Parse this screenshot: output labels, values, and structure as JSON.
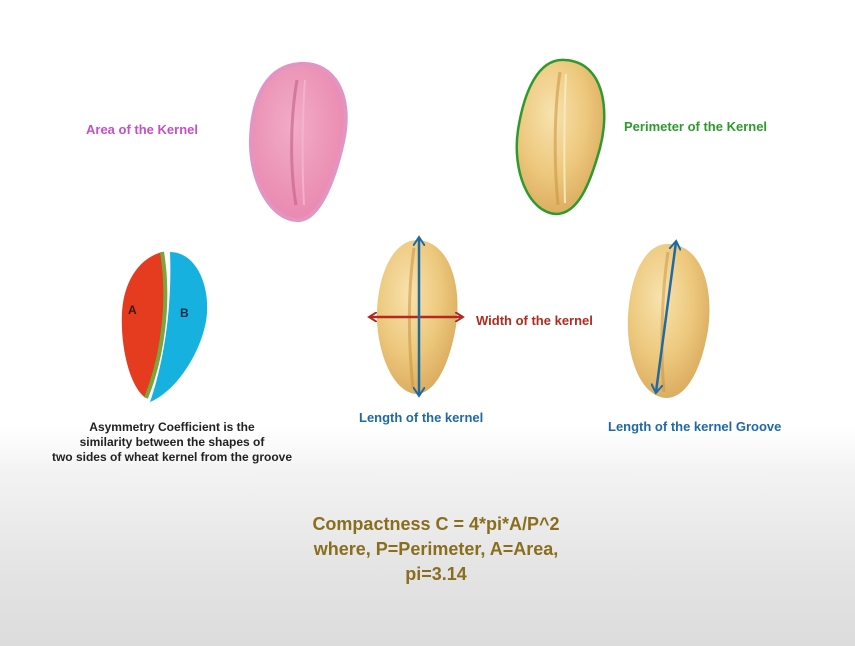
{
  "labels": {
    "area": "Area of the Kernel",
    "perimeter": "Perimeter of the Kernel",
    "width": "Width of the kernel",
    "length": "Length of the kernel",
    "groove": "Length of the kernel Groove",
    "side_a": "A",
    "side_b": "B"
  },
  "asymmetry": {
    "line1": "Asymmetry Coefficient is the",
    "line2": "similarity between the shapes of",
    "line3": "two sides of wheat kernel from the groove"
  },
  "formula": {
    "line1": "Compactness  C = 4*pi*A/P^2",
    "line2": "where, P=Perimeter, A=Area,",
    "line3": "pi=3.14"
  },
  "colors": {
    "area": "#c64fc6",
    "perimeter": "#2e9a2e",
    "width": "#b22a1f",
    "length": "#1f6aa3",
    "side_a": "#e53b1e",
    "side_b": "#17b1e0",
    "formula": "#8a6d1d"
  }
}
